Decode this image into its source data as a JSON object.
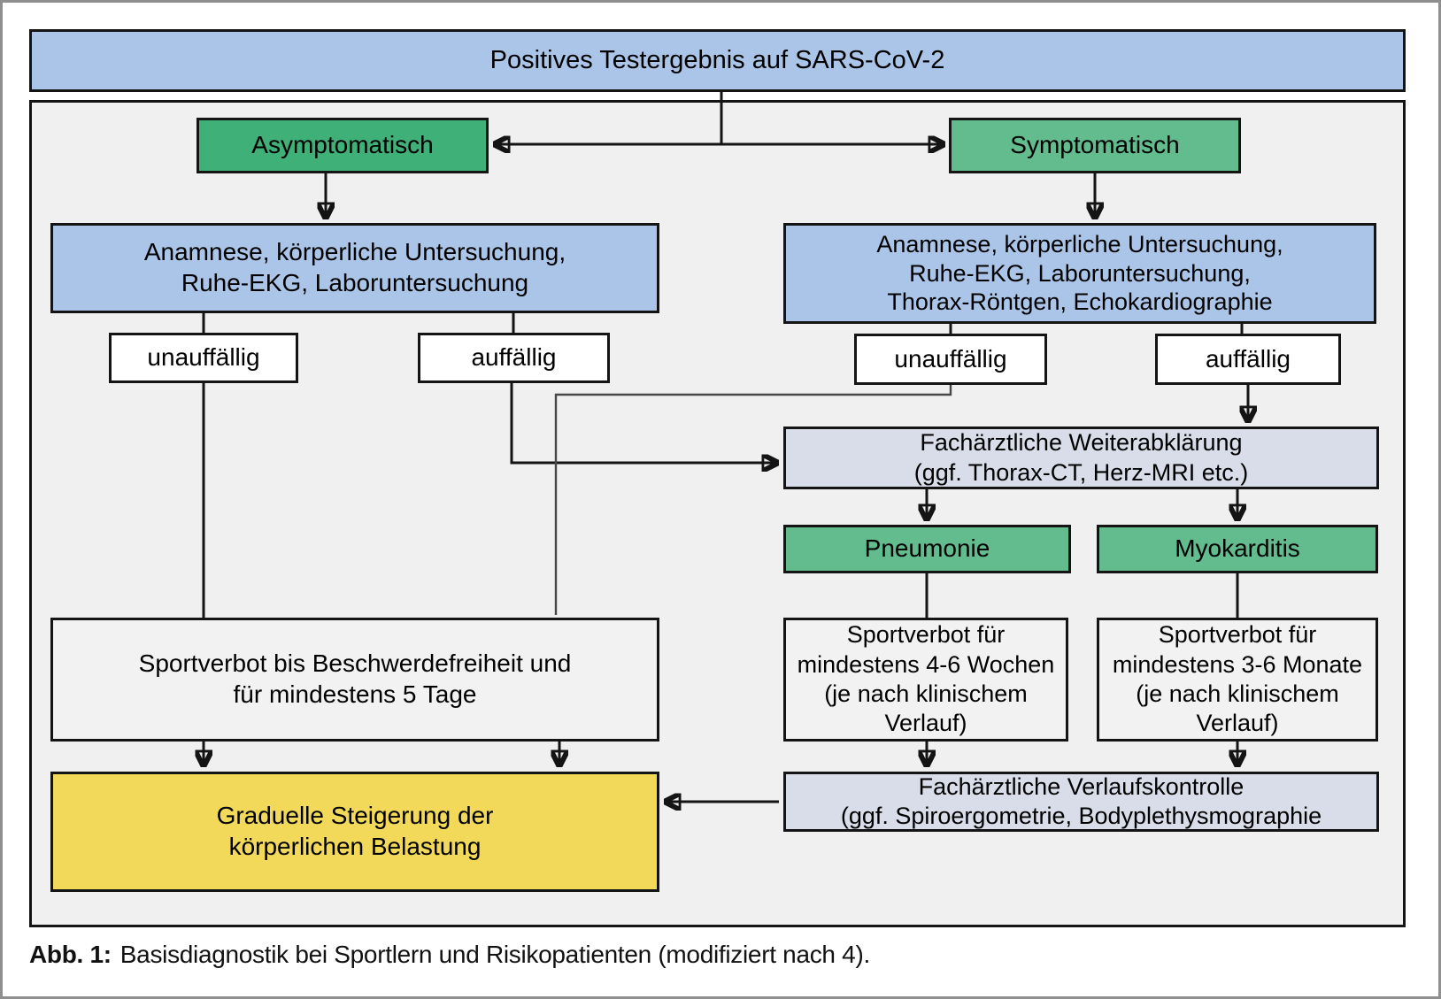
{
  "figure": {
    "caption_label": "Abb. 1:",
    "caption_text": "Basisdiagnostik bei Sportlern und Risikopatienten (modifiziert nach 4)."
  },
  "nodes": {
    "test_result": {
      "text": "Positives Testergebnis auf SARS-CoV-2"
    },
    "asymptomatisch": {
      "text": "Asymptomatisch"
    },
    "symptomatisch": {
      "text": "Symptomatisch"
    },
    "diagnostik_links": {
      "text": "Anamnese, körperliche Untersuchung,\nRuhe-EKG, Laboruntersuchung"
    },
    "diagnostik_rechts": {
      "text": "Anamnese, körperliche Untersuchung,\nRuhe-EKG, Laboruntersuchung,\nThorax-Röntgen, Echokardiographie"
    },
    "unauffaellig_links": {
      "text": "unauffällig"
    },
    "auffaellig_links": {
      "text": "auffällig"
    },
    "unauffaellig_rechts": {
      "text": "unauffällig"
    },
    "auffaellig_rechts": {
      "text": "auffällig"
    },
    "weiterabklaerung": {
      "text": "Fachärztliche Weiterabklärung\n(ggf. Thorax-CT, Herz-MRI etc.)"
    },
    "pneumonie": {
      "text": "Pneumonie"
    },
    "myokarditis": {
      "text": "Myokarditis"
    },
    "sportverbot_wochen": {
      "text": "Sportverbot für\nmindestens 4-6 Wochen\n(je nach klinischem\nVerlauf)"
    },
    "sportverbot_monate": {
      "text": "Sportverbot für\nmindestens 3-6 Monate\n(je nach klinischem\nVerlauf)"
    },
    "sportverbot_tage": {
      "text": "Sportverbot bis Beschwerdefreiheit und\nfür mindestens 5 Tage"
    },
    "verlaufskontrolle": {
      "text": "Fachärztliche Verlaufskontrolle\n(ggf. Spiroergometrie, Bodyplethysmographie"
    },
    "steigerung": {
      "text": "Graduelle Steigerung der\nkörperlichen Belastung"
    }
  },
  "edges": [
    {
      "from": "test_result",
      "to": "asymptomatisch",
      "arrow": true
    },
    {
      "from": "test_result",
      "to": "symptomatisch",
      "arrow": true
    },
    {
      "from": "asymptomatisch",
      "to": "diagnostik_links",
      "arrow": true
    },
    {
      "from": "symptomatisch",
      "to": "diagnostik_rechts",
      "arrow": true
    },
    {
      "from": "diagnostik_links",
      "to": "unauffaellig_links",
      "arrow": false
    },
    {
      "from": "diagnostik_links",
      "to": "auffaellig_links",
      "arrow": false
    },
    {
      "from": "diagnostik_rechts",
      "to": "unauffaellig_rechts",
      "arrow": false
    },
    {
      "from": "diagnostik_rechts",
      "to": "auffaellig_rechts",
      "arrow": false
    },
    {
      "from": "unauffaellig_links",
      "to": "sportverbot_tage",
      "arrow": false
    },
    {
      "from": "auffaellig_links",
      "to": "weiterabklaerung",
      "arrow": true
    },
    {
      "from": "unauffaellig_rechts",
      "to": "sportverbot_tage",
      "arrow": false
    },
    {
      "from": "auffaellig_rechts",
      "to": "weiterabklaerung",
      "arrow": true
    },
    {
      "from": "weiterabklaerung",
      "to": "pneumonie",
      "arrow": true
    },
    {
      "from": "weiterabklaerung",
      "to": "myokarditis",
      "arrow": true
    },
    {
      "from": "pneumonie",
      "to": "sportverbot_wochen",
      "arrow": false
    },
    {
      "from": "myokarditis",
      "to": "sportverbot_monate",
      "arrow": false
    },
    {
      "from": "sportverbot_wochen",
      "to": "verlaufskontrolle",
      "arrow": true
    },
    {
      "from": "sportverbot_monate",
      "to": "verlaufskontrolle",
      "arrow": true
    },
    {
      "from": "sportverbot_tage",
      "to": "steigerung",
      "arrow": true
    },
    {
      "from": "verlaufskontrolle",
      "to": "steigerung",
      "arrow": true
    }
  ],
  "colors": {
    "banner_blue": "#aac5e8",
    "box_blue": "#aac5e8",
    "green_primary": "#3fb077",
    "green_secondary": "#62bc8e",
    "slate": "#d8dde9",
    "yellow": "#f2d95a",
    "panel_bg": "#f0f0f0",
    "box_gray": "#f2f2f2",
    "line": "#141414"
  }
}
